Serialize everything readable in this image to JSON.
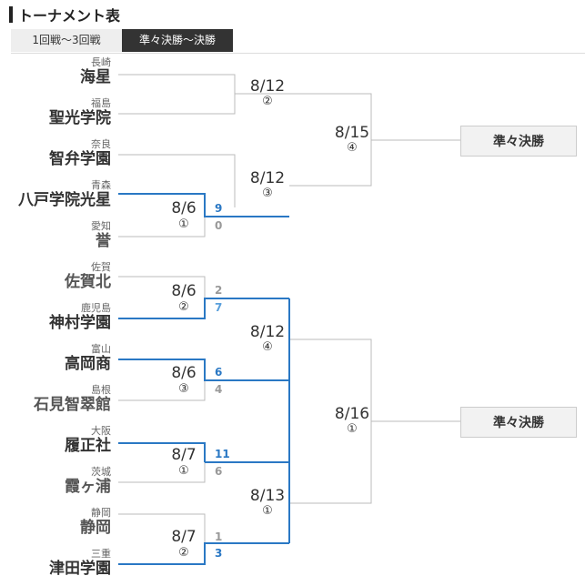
{
  "header": {
    "title": "トーナメント表"
  },
  "tabs": [
    {
      "label": "1回戦～3回戦"
    },
    {
      "label": "準々決勝～決勝"
    }
  ],
  "teams": [
    {
      "pref": "長崎",
      "name": "海星"
    },
    {
      "pref": "福島",
      "name": "聖光学院"
    },
    {
      "pref": "奈良",
      "name": "智弁学園"
    },
    {
      "pref": "青森",
      "name": "八戸学院光星"
    },
    {
      "pref": "愛知",
      "name": "誉"
    },
    {
      "pref": "佐賀",
      "name": "佐賀北"
    },
    {
      "pref": "鹿児島",
      "name": "神村学園"
    },
    {
      "pref": "富山",
      "name": "高岡商"
    },
    {
      "pref": "島根",
      "name": "石見智翠館"
    },
    {
      "pref": "大阪",
      "name": "履正社"
    },
    {
      "pref": "茨城",
      "name": "霞ヶ浦"
    },
    {
      "pref": "静岡",
      "name": "静岡"
    },
    {
      "pref": "三重",
      "name": "津田学園"
    }
  ],
  "matches": {
    "r1": [
      {
        "date": "8/6",
        "num": "①",
        "score_top": "9",
        "score_bottom": "0"
      },
      {
        "date": "8/6",
        "num": "②",
        "score_top": "2",
        "score_bottom": "7"
      },
      {
        "date": "8/6",
        "num": "③",
        "score_top": "6",
        "score_bottom": "4"
      },
      {
        "date": "8/7",
        "num": "①",
        "score_top": "11",
        "score_bottom": "6"
      },
      {
        "date": "8/7",
        "num": "②",
        "score_top": "1",
        "score_bottom": "3"
      }
    ],
    "r2": [
      {
        "date": "8/12",
        "num": "②"
      },
      {
        "date": "8/12",
        "num": "③"
      },
      {
        "date": "8/12",
        "num": "④"
      },
      {
        "date": "8/13",
        "num": "①"
      }
    ],
    "r3": [
      {
        "date": "8/15",
        "num": "④"
      },
      {
        "date": "8/16",
        "num": "①"
      }
    ]
  },
  "results": [
    {
      "label": "準々決勝"
    },
    {
      "label": "準々決勝"
    }
  ],
  "colors": {
    "win_line": "#2a78c4",
    "line": "#bbbbbb"
  }
}
